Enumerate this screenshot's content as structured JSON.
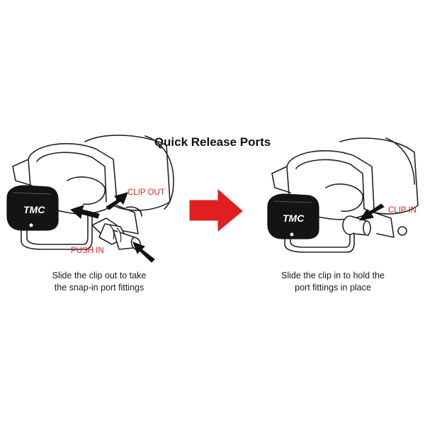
{
  "title": "Quick Release Ports",
  "left_panel": {
    "caption_line1": "Slide the clip out to take",
    "caption_line2": "the snap-in port fittings",
    "label_clip_out": "CLIP OUT",
    "label_push_in": "PUSH IN",
    "logo_text": "TMC"
  },
  "right_panel": {
    "caption_line1": "Slide the clip in to hold the",
    "caption_line2": "port fittings in place",
    "label_clip_in": "CLIP IN",
    "logo_text": "TMC"
  },
  "colors": {
    "accent_red": "#e02020",
    "line": "#222222",
    "text": "#1a1a1a"
  }
}
